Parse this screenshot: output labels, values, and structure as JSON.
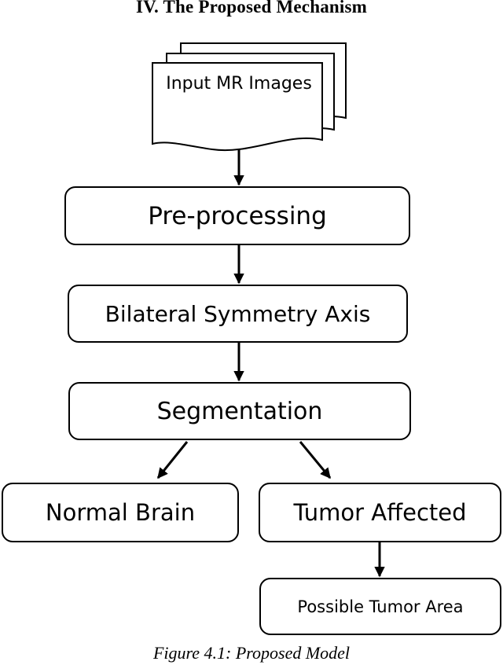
{
  "title": "IV. The Proposed Mechanism",
  "nodes": {
    "input": "Input MR Images",
    "preprocessing": "Pre-processing",
    "symmetry": "Bilateral Symmetry Axis",
    "segmentation": "Segmentation",
    "normal": "Normal Brain",
    "tumor": "Tumor Affected",
    "area": "Possible Tumor Area"
  },
  "caption": "Figure 4.1: Proposed Model"
}
